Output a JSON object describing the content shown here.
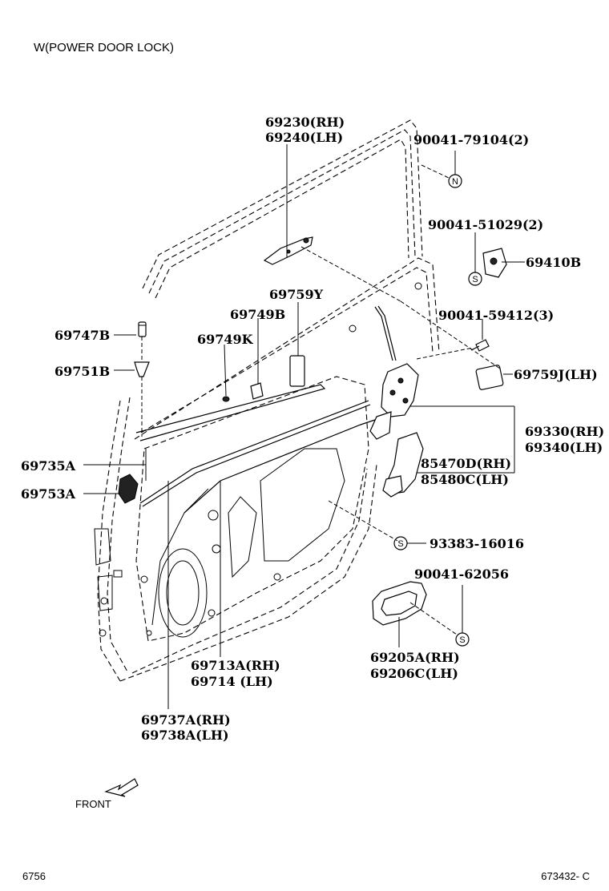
{
  "header": {
    "title": "W(POWER DOOR LOCK)"
  },
  "footer": {
    "left_code": "6756",
    "right_code": "673432- C",
    "front_label": "FRONT"
  },
  "callouts": [
    {
      "id": "p69230",
      "lines": [
        "69230(RH)",
        "69240(LH)"
      ]
    },
    {
      "id": "p90041_79104",
      "lines": [
        "90041-79104(2)"
      ]
    },
    {
      "id": "p90041_51029",
      "lines": [
        "90041-51029(2)"
      ]
    },
    {
      "id": "p69410",
      "lines": [
        "69410B"
      ]
    },
    {
      "id": "p69759Y",
      "lines": [
        "69759Y"
      ]
    },
    {
      "id": "p69749B",
      "lines": [
        "69749B"
      ]
    },
    {
      "id": "p90041_59412",
      "lines": [
        "90041-59412(3)"
      ]
    },
    {
      "id": "p69747",
      "lines": [
        "69747B"
      ]
    },
    {
      "id": "p69749K",
      "lines": [
        "69749K"
      ]
    },
    {
      "id": "p69751",
      "lines": [
        "69751B"
      ]
    },
    {
      "id": "p69759J",
      "lines": [
        "69759J(LH)"
      ]
    },
    {
      "id": "p69330",
      "lines": [
        "69330(RH)",
        "69340(LH)"
      ]
    },
    {
      "id": "p69735",
      "lines": [
        "69735A"
      ]
    },
    {
      "id": "p85470",
      "lines": [
        "85470D(RH)",
        "85480C(LH)"
      ]
    },
    {
      "id": "p69753",
      "lines": [
        "69753A"
      ]
    },
    {
      "id": "p93383",
      "lines": [
        "93383-16016"
      ]
    },
    {
      "id": "p90041_62056",
      "lines": [
        "90041-62056"
      ]
    },
    {
      "id": "p69713",
      "lines": [
        "69713A(RH)",
        "69714 (LH)"
      ]
    },
    {
      "id": "p69205",
      "lines": [
        "69205A(RH)",
        "69206C(LH)"
      ]
    },
    {
      "id": "p69737",
      "lines": [
        "69737A(RH)",
        "69738A(LH)"
      ]
    }
  ],
  "symbols": {
    "n": "N",
    "s": "S"
  }
}
